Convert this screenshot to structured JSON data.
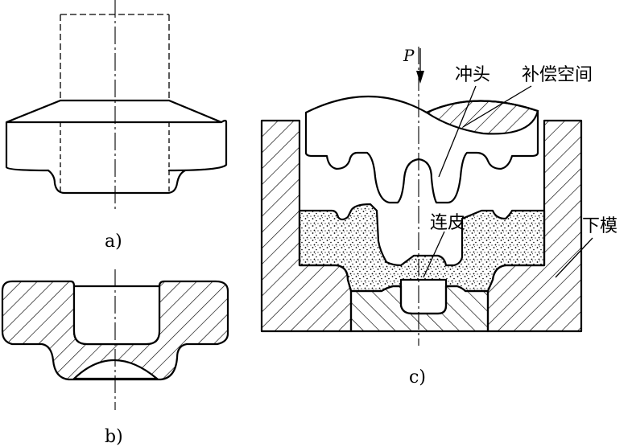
{
  "figures": {
    "a": {
      "caption": "a)"
    },
    "b": {
      "caption": "b)"
    },
    "c": {
      "caption": "c)",
      "force_symbol": "P",
      "labels": {
        "punch": "冲头",
        "compensation_space": "补偿空间",
        "flash": "连皮",
        "lower_die": "下模"
      }
    }
  }
}
